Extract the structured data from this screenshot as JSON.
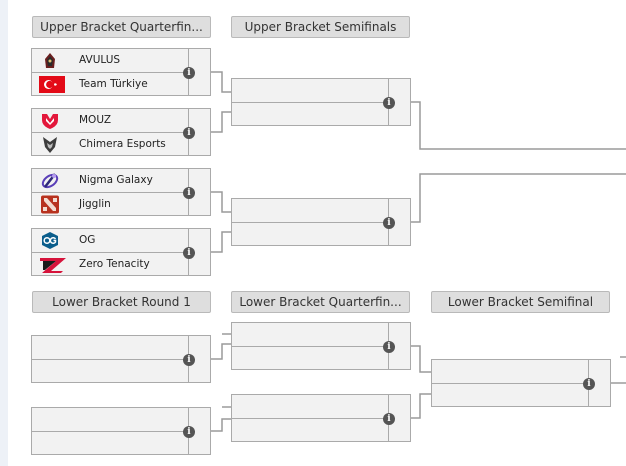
{
  "headers": {
    "ub_quarterfinals": "Upper Bracket Quarterfin...",
    "ub_semifinals": "Upper Bracket Semifinals",
    "lb_round1": "Lower Bracket Round 1",
    "lb_quarterfinals": "Lower Bracket Quarterfin...",
    "lb_semifinal": "Lower Bracket Semifinal"
  },
  "ub_qf": [
    {
      "team1": "AVULUS",
      "team1_icon": "avulus-logo-icon",
      "team2": "Team Türkiye",
      "team2_icon": "turkey-flag-icon"
    },
    {
      "team1": "MOUZ",
      "team1_icon": "mouz-logo-icon",
      "team2": "Chimera Esports",
      "team2_icon": "chimera-logo-icon"
    },
    {
      "team1": "Nigma Galaxy",
      "team1_icon": "nigma-logo-icon",
      "team2": "Jigglin",
      "team2_icon": "dota-logo-icon"
    },
    {
      "team1": "OG",
      "team1_icon": "og-logo-icon",
      "team2": "Zero Tenacity",
      "team2_icon": "zero-tenacity-logo-icon"
    }
  ],
  "info_glyph": "i",
  "colors": {
    "header_bg": "#dedede",
    "match_bg": "#f2f2f2",
    "line": "#9a9a9a",
    "info": "#555555"
  }
}
